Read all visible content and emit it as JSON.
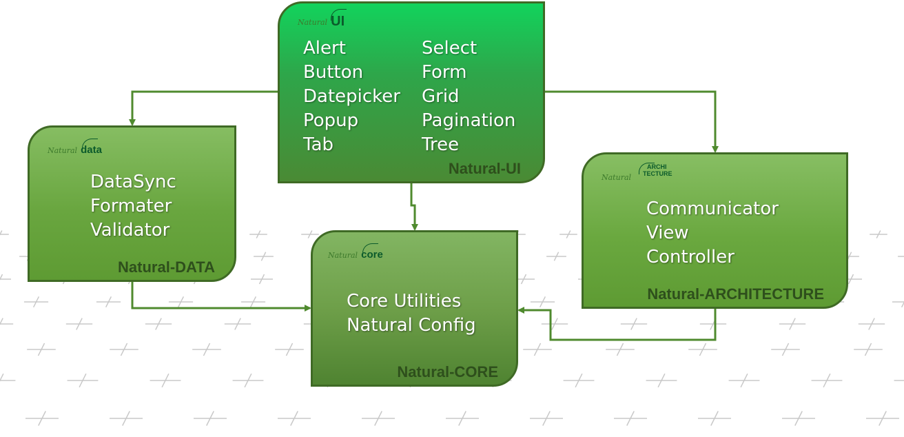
{
  "colors": {
    "connector": "#4f8a2e",
    "border": "#3f6a25",
    "ui_top": "#12d35c",
    "box_green": "#6aa83f",
    "module_name": "#2e4f1c",
    "logo_dark": "#0b5a2b",
    "grid_mark": "#c8c8c8"
  },
  "logos": {
    "script": "Natural",
    "ui": "UI",
    "data": "data",
    "core": "core",
    "arch_line1": "ARCHI",
    "arch_line2": "TECTURE"
  },
  "modules": {
    "ui": {
      "name": "Natural-UI",
      "col1": [
        "Alert",
        "Button",
        "Datepicker",
        "Popup",
        "Tab"
      ],
      "col2": [
        "Select",
        "Form",
        "Grid",
        "Pagination",
        "Tree"
      ]
    },
    "data": {
      "name": "Natural-DATA",
      "items": [
        "DataSync",
        "Formater",
        "Validator"
      ]
    },
    "core": {
      "name": "Natural-CORE",
      "items": [
        "Core Utilities",
        "Natural Config"
      ]
    },
    "architecture": {
      "name": "Natural-ARCHITECTURE",
      "items": [
        "Communicator",
        "View",
        "Controller"
      ]
    }
  }
}
